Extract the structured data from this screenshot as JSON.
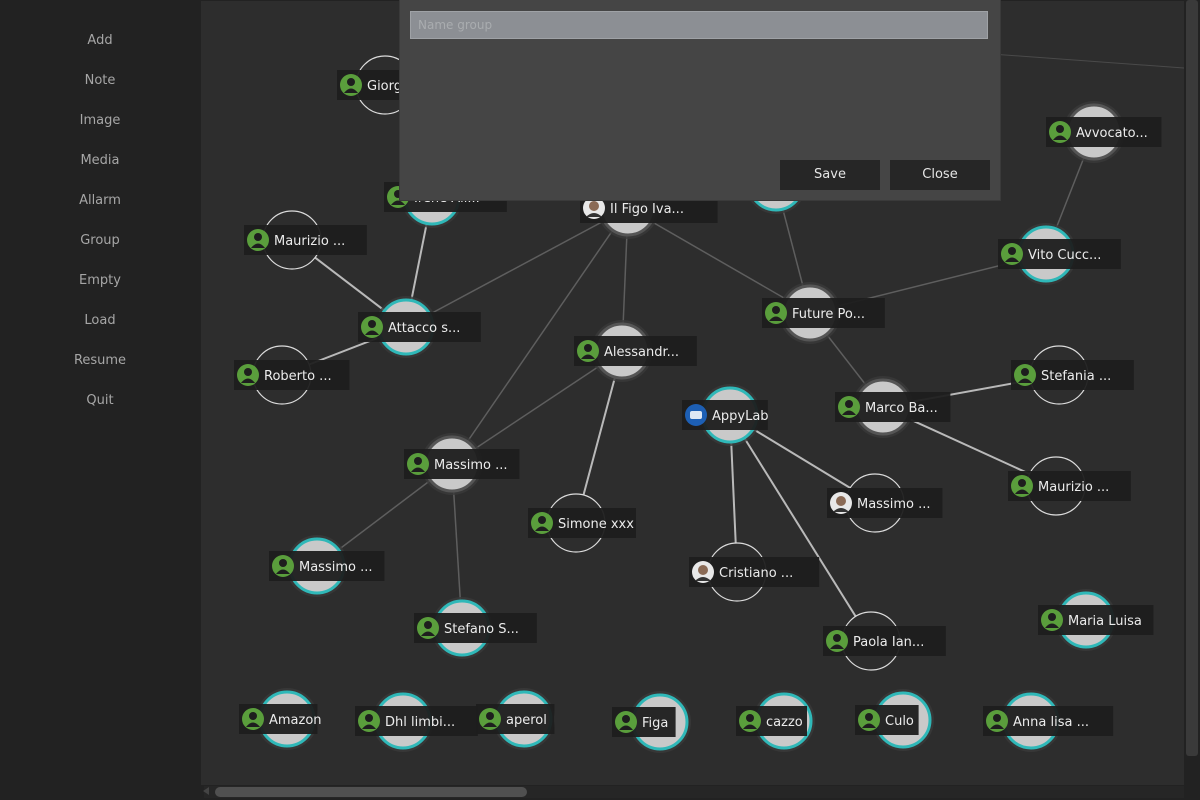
{
  "menu": {
    "items": [
      {
        "label": "Add"
      },
      {
        "label": "Note"
      },
      {
        "label": "Image"
      },
      {
        "label": "Media"
      },
      {
        "label": "Allarm"
      },
      {
        "label": "Group"
      },
      {
        "label": "Empty"
      },
      {
        "label": "Load"
      },
      {
        "label": "Resume"
      },
      {
        "label": "Quit"
      }
    ]
  },
  "dialog": {
    "placeholder": "Name group",
    "save_label": "Save",
    "close_label": "Close"
  },
  "nodes": [
    {
      "id": "giorg",
      "label": "Giorg",
      "icon": "user-icon",
      "ring": "white"
    },
    {
      "id": "irene",
      "label": "Irene Ali...",
      "icon": "user-icon",
      "ring": "teal"
    },
    {
      "id": "figo",
      "label": "Il Figo Iva...",
      "icon": "photo-avatar-icon",
      "ring": "plain"
    },
    {
      "id": "hidden1",
      "label": "",
      "icon": "none",
      "ring": "teal"
    },
    {
      "id": "avvocato",
      "label": "Avvocato...",
      "icon": "user-icon",
      "ring": "plain"
    },
    {
      "id": "maurizio1",
      "label": "Maurizio ...",
      "icon": "user-icon",
      "ring": "white"
    },
    {
      "id": "vito",
      "label": "Vito Cucc...",
      "icon": "user-icon",
      "ring": "teal"
    },
    {
      "id": "attacco",
      "label": "Attacco s...",
      "icon": "user-icon",
      "ring": "teal"
    },
    {
      "id": "future",
      "label": "Future Po...",
      "icon": "user-icon",
      "ring": "plain"
    },
    {
      "id": "roberto",
      "label": "Roberto ...",
      "icon": "user-icon",
      "ring": "white"
    },
    {
      "id": "alessandro",
      "label": "Alessandr...",
      "icon": "user-icon",
      "ring": "plain"
    },
    {
      "id": "stefania",
      "label": "Stefania ...",
      "icon": "user-icon",
      "ring": "white"
    },
    {
      "id": "appylab",
      "label": "AppyLab",
      "icon": "appylab-logo-icon",
      "ring": "teal"
    },
    {
      "id": "marcoba",
      "label": "Marco Ba...",
      "icon": "user-icon",
      "ring": "plain"
    },
    {
      "id": "massimo1",
      "label": "Massimo ...",
      "icon": "user-icon",
      "ring": "plain"
    },
    {
      "id": "massimo2",
      "label": "Massimo ...",
      "icon": "photo-avatar-icon",
      "ring": "white"
    },
    {
      "id": "maurizio2",
      "label": "Maurizio ...",
      "icon": "user-icon",
      "ring": "white"
    },
    {
      "id": "simone",
      "label": "Simone xxx",
      "icon": "user-icon",
      "ring": "white"
    },
    {
      "id": "massimo3",
      "label": "Massimo ...",
      "icon": "user-icon",
      "ring": "teal"
    },
    {
      "id": "cristiano",
      "label": "Cristiano ...",
      "icon": "photo-avatar-icon",
      "ring": "white"
    },
    {
      "id": "stefanos",
      "label": "Stefano S...",
      "icon": "user-icon",
      "ring": "teal"
    },
    {
      "id": "paola",
      "label": "Paola Ian...",
      "icon": "user-icon",
      "ring": "white"
    },
    {
      "id": "marialuisa",
      "label": "Maria Luisa",
      "icon": "user-icon",
      "ring": "teal"
    },
    {
      "id": "amazon",
      "label": "Amazon",
      "icon": "user-icon",
      "ring": "teal"
    },
    {
      "id": "dhl",
      "label": "Dhl limbi...",
      "icon": "user-icon",
      "ring": "teal"
    },
    {
      "id": "aperol",
      "label": "aperol",
      "icon": "user-icon",
      "ring": "teal"
    },
    {
      "id": "figa",
      "label": "Figa",
      "icon": "user-icon",
      "ring": "teal"
    },
    {
      "id": "cazzo",
      "label": "cazzo",
      "icon": "user-icon",
      "ring": "teal"
    },
    {
      "id": "culo",
      "label": "Culo",
      "icon": "user-icon",
      "ring": "teal"
    },
    {
      "id": "annalisa",
      "label": "Anna lisa ...",
      "icon": "user-icon",
      "ring": "teal"
    }
  ],
  "edges": [
    [
      "maurizio1",
      "attacco"
    ],
    [
      "roberto",
      "attacco"
    ],
    [
      "irene",
      "attacco"
    ],
    [
      "attacco",
      "figo"
    ],
    [
      "figo",
      "massimo1"
    ],
    [
      "figo",
      "alessandro"
    ],
    [
      "figo",
      "future"
    ],
    [
      "future",
      "hidden1"
    ],
    [
      "future",
      "vito"
    ],
    [
      "vito",
      "avvocato"
    ],
    [
      "future",
      "marcoba"
    ],
    [
      "marcoba",
      "stefania"
    ],
    [
      "marcoba",
      "maurizio2"
    ],
    [
      "alessandro",
      "simone"
    ],
    [
      "alessandro",
      "massimo1"
    ],
    [
      "massimo1",
      "massimo3"
    ],
    [
      "massimo1",
      "stefanos"
    ],
    [
      "appylab",
      "massimo2"
    ],
    [
      "appylab",
      "cristiano"
    ],
    [
      "appylab",
      "paola"
    ]
  ],
  "colors": {
    "canvas": "#2d2d2d",
    "node_fill": "#c9c9c9",
    "ring_teal": "#2fb8b8",
    "ring_white": "#dcdcdc",
    "label_bg": "#1e1e1e",
    "user_icon": "#5a9e3c",
    "edge": "#9a9a9a"
  }
}
